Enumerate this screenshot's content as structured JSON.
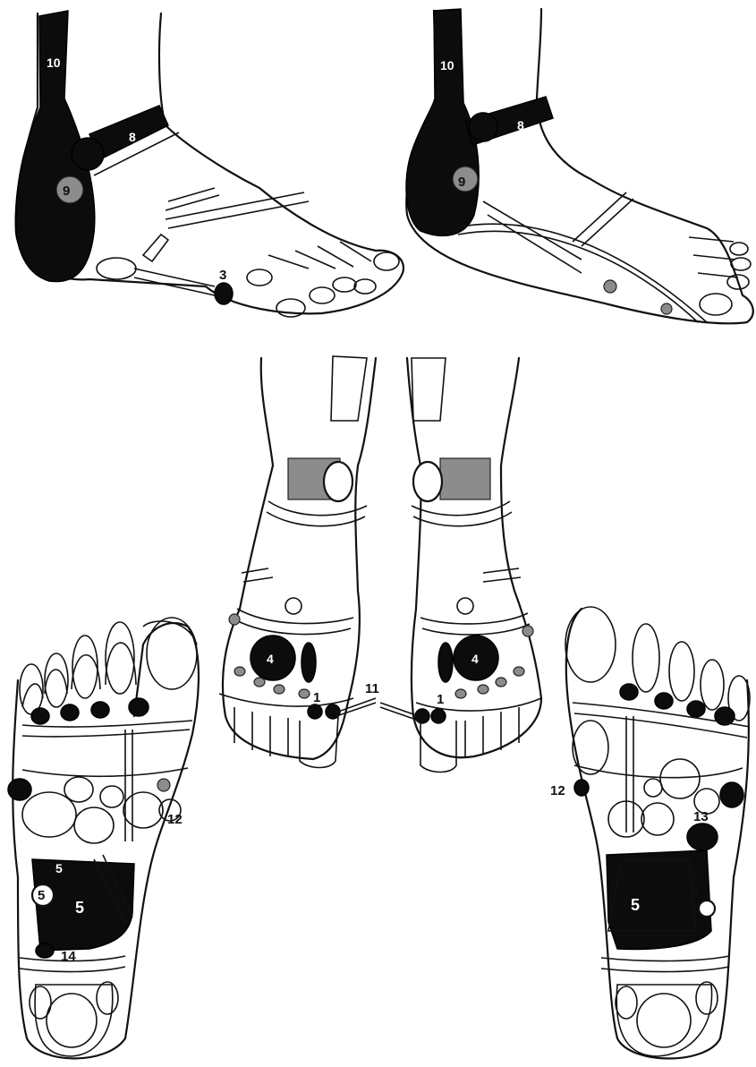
{
  "labels": {
    "l1": "1",
    "l3": "3",
    "l4": "4",
    "l5": "5",
    "l8": "8",
    "l9": "9",
    "l10": "10",
    "l11": "11",
    "l12": "12",
    "l13": "13",
    "l14": "14"
  },
  "colors": {
    "ink": "#111111",
    "zone_dark": "#0c0c0c",
    "zone_grey": "#8c8c8c",
    "paper": "#ffffff"
  }
}
